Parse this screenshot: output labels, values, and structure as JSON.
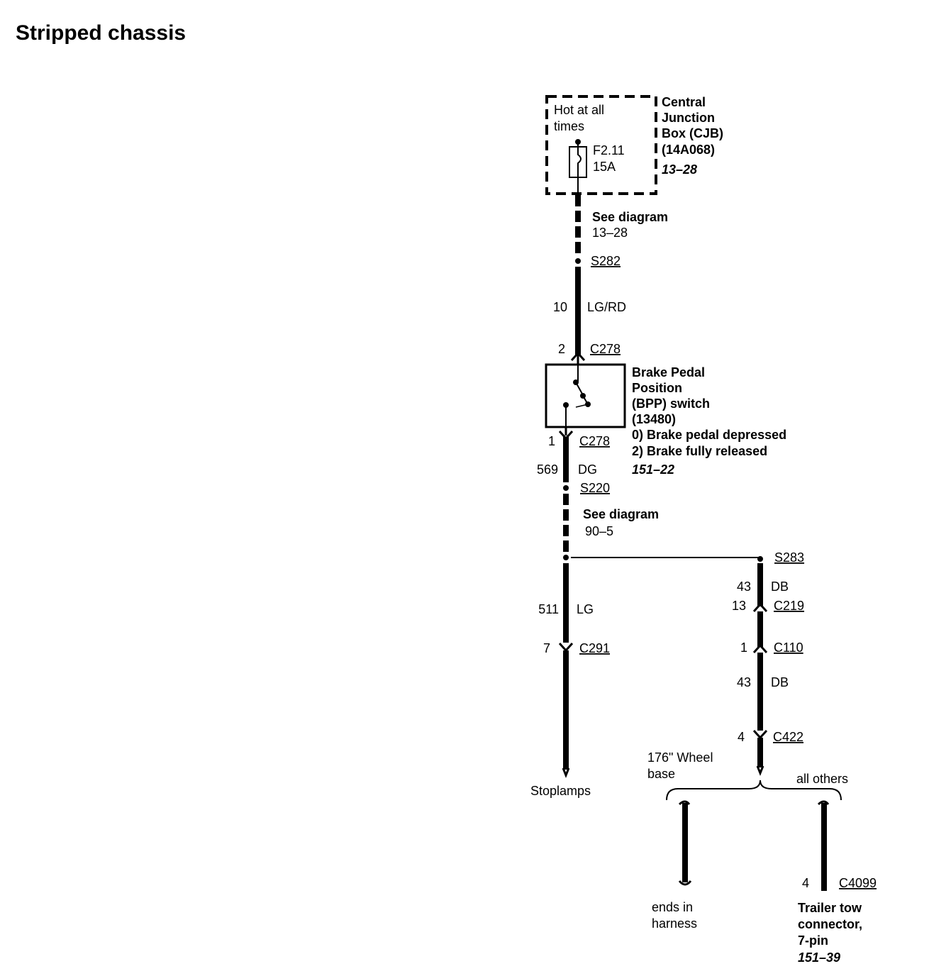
{
  "title": "Stripped chassis",
  "cjb": {
    "hot_label_1": "Hot at all",
    "hot_label_2": "times",
    "fuse_id": "F2.11",
    "fuse_rating": "15A",
    "name_1": "Central",
    "name_2": "Junction",
    "name_3": "Box (CJB)",
    "part": "(14A068)",
    "ref": "13–28"
  },
  "see_diagram_1": {
    "line1": "See diagram",
    "line2": "13–28"
  },
  "splice_s282": "S282",
  "wire_top": {
    "circuit": "10",
    "color": "LG/RD"
  },
  "bpp": {
    "pin_top": "2",
    "conn_top": "C278",
    "name_1": "Brake Pedal",
    "name_2": "Position",
    "name_3": "(BPP) switch",
    "part": "(13480)",
    "state_0": "0) Brake pedal depressed",
    "state_2": "2) Brake fully released",
    "ref": "151–22",
    "pin_bottom": "1",
    "conn_bottom": "C278"
  },
  "wire_569": {
    "circuit": "569",
    "color": "DG"
  },
  "splice_s220": "S220",
  "see_diagram_2": {
    "line1": "See diagram",
    "line2": "90–5"
  },
  "splice_s283": "S283",
  "wire_511": {
    "circuit": "511",
    "color": "LG"
  },
  "c291": {
    "pin": "7",
    "conn": "C291"
  },
  "stoplamps": "Stoplamps",
  "wire_43a": {
    "circuit": "43",
    "color": "DB"
  },
  "c219": {
    "pin": "13",
    "conn": "C219"
  },
  "c110": {
    "pin": "1",
    "conn": "C110"
  },
  "wire_43b": {
    "circuit": "43",
    "color": "DB"
  },
  "c422": {
    "pin": "4",
    "conn": "C422"
  },
  "branch_left": {
    "line1": "176\"  Wheel",
    "line2": "base"
  },
  "branch_right": "all others",
  "ends": {
    "line1": "ends in",
    "line2": "harness"
  },
  "c4099": {
    "pin": "4",
    "conn": "C4099"
  },
  "trailer": {
    "line1": "Trailer tow",
    "line2": "connector,",
    "line3": "7-pin",
    "ref": "151–39"
  }
}
